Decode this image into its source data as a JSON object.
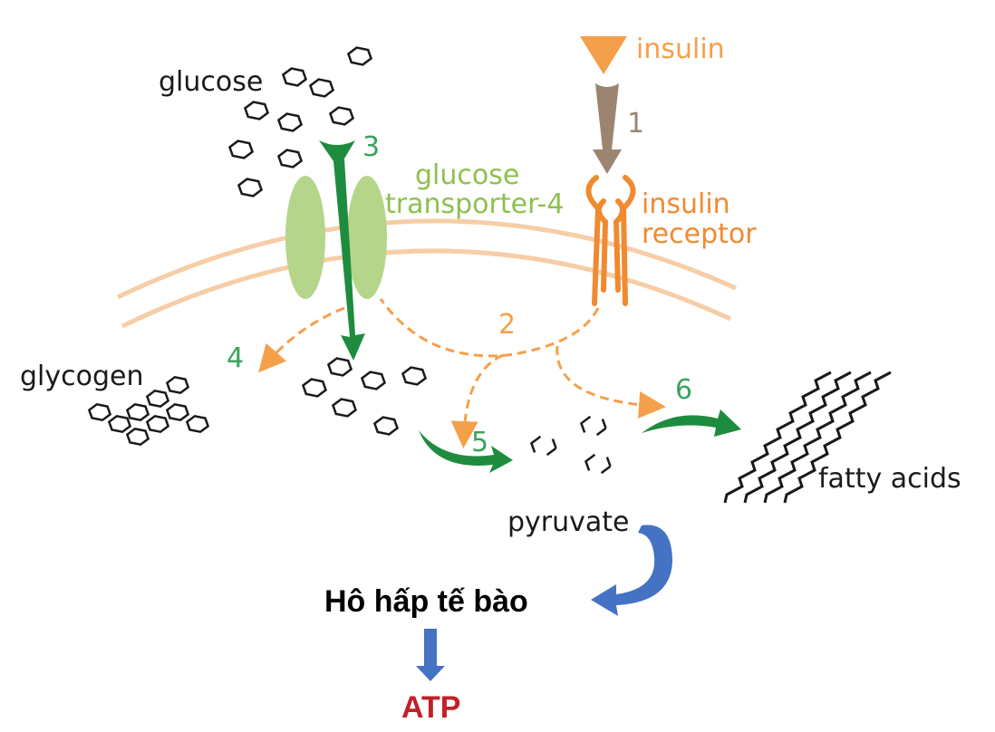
{
  "labels": {
    "glucose": "glucose",
    "insulin": "insulin",
    "step1": "1",
    "step2": "2",
    "step3": "3",
    "step4": "4",
    "step5": "5",
    "step6": "6",
    "glut4_line1": "glucose",
    "glut4_line2": "transporter-4",
    "receptor_line1": "insulin",
    "receptor_line2": "receptor",
    "glycogen": "glycogen",
    "pyruvate": "pyruvate",
    "fatty_acids": "fatty acids",
    "respiration": "Hô hấp tế bào",
    "atp": "ATP"
  },
  "colors": {
    "insulin": "#f4a04a",
    "insulin_arrow": "#9c8570",
    "glut4": "#b5d68a",
    "glut4_label": "#8dc04f",
    "green_arrow": "#1e8c3e",
    "step_number_green": "#3aa35a",
    "membrane": "#f6cda6",
    "blue_arrow": "#4472c4",
    "atp": "#c0202a",
    "text": "#1a1a1a"
  }
}
